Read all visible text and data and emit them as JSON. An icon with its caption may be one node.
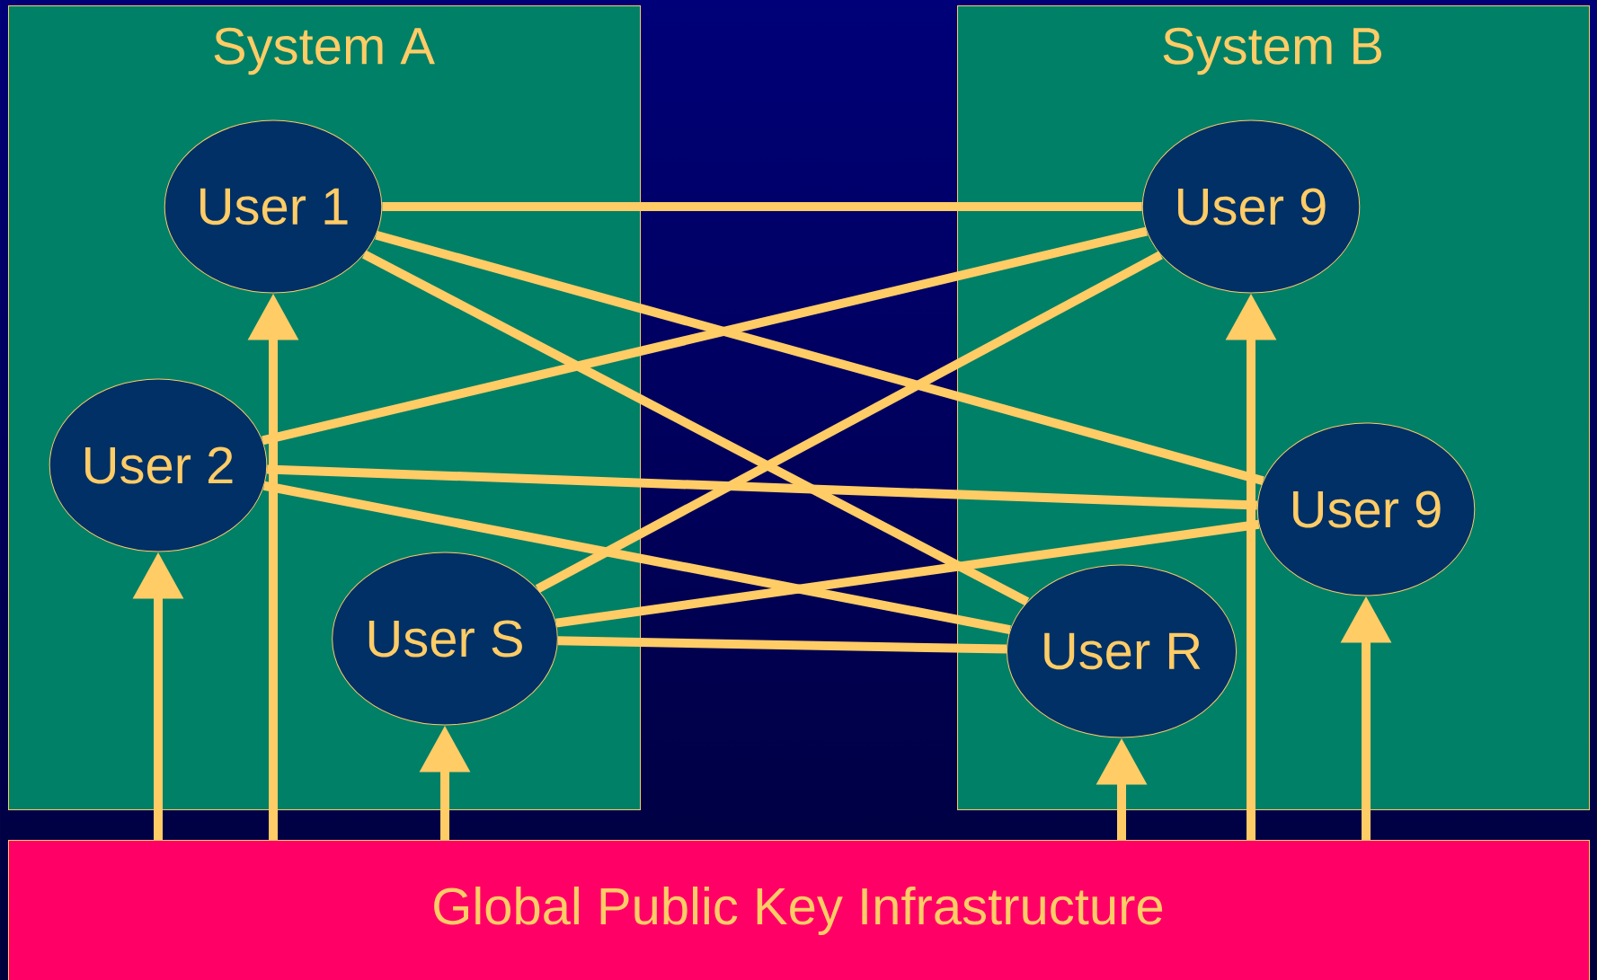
{
  "diagram": {
    "nodes": [
      {
        "text": [
          "System A"
        ]
      },
      {
        "text": [
          "System B"
        ]
      },
      {
        "text": [
          "User 1"
        ],
        "in": 0
      },
      {
        "text": [
          "User 2"
        ],
        "in": 0
      },
      {
        "text": [
          "User S"
        ],
        "in": 0
      },
      {
        "text": [
          "User 9"
        ],
        "in": 1
      },
      {
        "text": [
          "User 9"
        ],
        "in": 1
      },
      {
        "text": [
          "User R"
        ],
        "in": 1
      },
      {
        "text": [
          "Global Public Key Infrastructure"
        ]
      }
    ],
    "edges": [
      {
        "from": 2,
        "to": 5,
        "arrow": "none"
      },
      {
        "from": 2,
        "to": 6,
        "arrow": "none"
      },
      {
        "from": 2,
        "to": 7,
        "arrow": "none"
      },
      {
        "from": 3,
        "to": 5,
        "arrow": "none"
      },
      {
        "from": 3,
        "to": 6,
        "arrow": "none"
      },
      {
        "from": 3,
        "to": 7,
        "arrow": "none"
      },
      {
        "from": 4,
        "to": 5,
        "arrow": "none"
      },
      {
        "from": 4,
        "to": 6,
        "arrow": "none"
      },
      {
        "from": 4,
        "to": 7,
        "arrow": "none"
      },
      {
        "from": 8,
        "to": 3,
        "arrow": "to"
      },
      {
        "from": 8,
        "to": 2,
        "arrow": "to"
      },
      {
        "from": 8,
        "to": 4,
        "arrow": "to"
      },
      {
        "from": 8,
        "to": 7,
        "arrow": "to"
      },
      {
        "from": 8,
        "to": 5,
        "arrow": "to"
      },
      {
        "from": 8,
        "to": 6,
        "arrow": "to"
      }
    ]
  }
}
